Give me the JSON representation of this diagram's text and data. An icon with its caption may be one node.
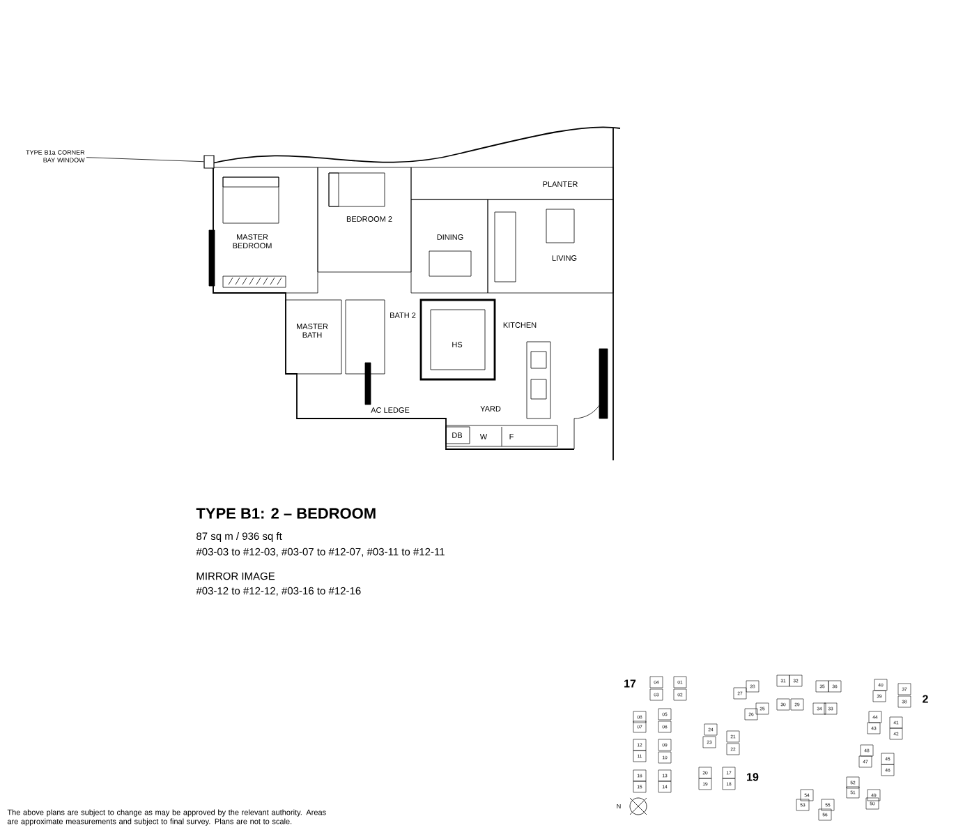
{
  "diagram": {
    "nodes": [
      {
        "text": [
          "TYPE B1a CORNER BAY WINDOW"
        ]
      },
      {
        "text": [
          "The above plans are subject to change as may be approved by the relevant authority. Areas are approximate measurements and subject to final survey. Plans are not to scale."
        ]
      },
      {
        "text": [],
        "shape": "box"
      }
    ],
    "edges": [
      {
        "from": 0,
        "to": 2,
        "arrow": "none"
      }
    ],
    "labels": [
      "PLANTER",
      "BEDROOM 2",
      "DINING",
      "MASTER BEDROOM",
      "LIVING",
      "MASTER BATH",
      "BATH 2",
      "HS",
      "KITCHEN",
      "AC LEDGE",
      "YARD",
      "DB",
      "W",
      "F",
      "TYPE B1: 2 – BEDROOM",
      "87 sq m / 936 sq ft",
      "#03-03 to #12-03, #03-07 to #12-07, #03-11 to #12-11",
      "MIRROR IMAGE",
      "#03-12 to #12-12, #03-16 to #12-16",
      "17",
      "2",
      "19",
      "04",
      "01",
      "03",
      "02",
      "08",
      "05",
      "07",
      "06",
      "12",
      "09",
      "11",
      "10",
      "16",
      "13",
      "15",
      "14",
      "24",
      "21",
      "23",
      "22",
      "20",
      "17",
      "19",
      "18",
      "27",
      "28",
      "26",
      "25",
      "31",
      "32",
      "30",
      "29",
      "35",
      "36",
      "34",
      "33",
      "40",
      "37",
      "39",
      "38",
      "44",
      "41",
      "43",
      "42",
      "48",
      "45",
      "47",
      "46",
      "52",
      "51",
      "49",
      "50",
      "54",
      "53",
      "55",
      "56",
      "N"
    ]
  }
}
